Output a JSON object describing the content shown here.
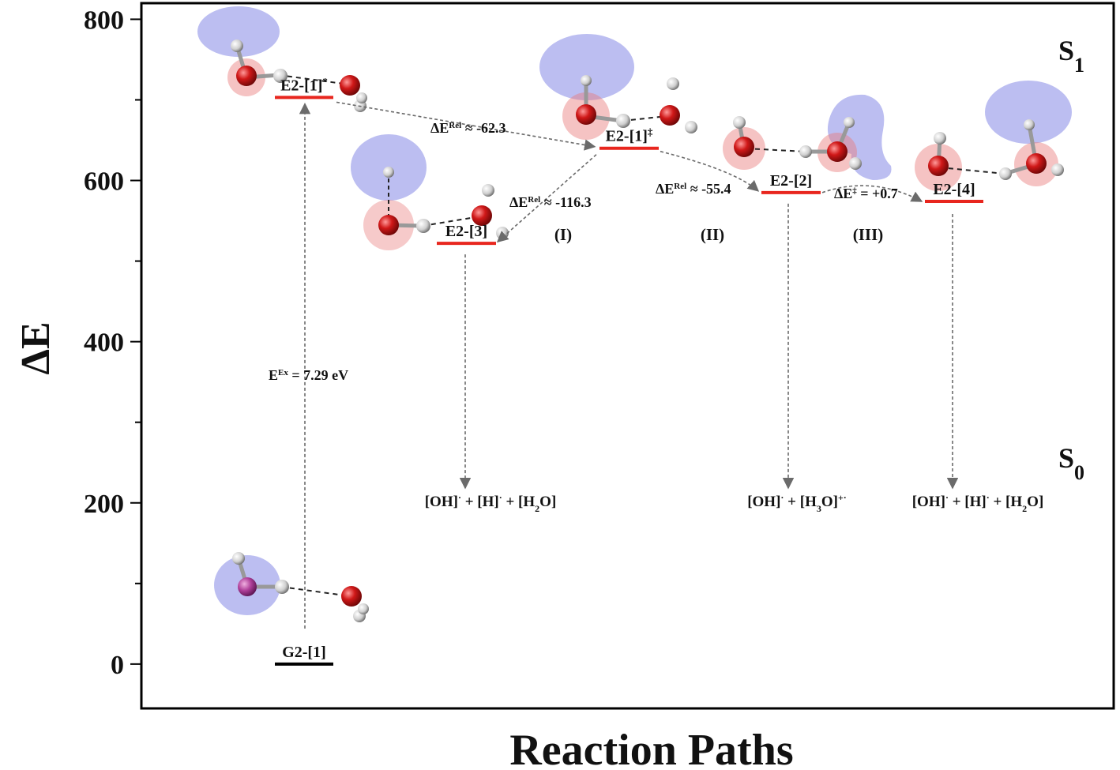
{
  "chart_data": {
    "type": "energy-level diagram",
    "ylabel": "ΔE",
    "xlabel": "Reaction Paths",
    "ylim": [
      -55,
      820
    ],
    "yticks": [
      0,
      200,
      400,
      600,
      800
    ],
    "ytick_labels": [
      "0",
      "200",
      "400",
      "600",
      "800"
    ],
    "minor_ytick_step": 100,
    "states": [
      {
        "id": "G2-1",
        "label": "G2-[1]",
        "sup": "",
        "energy": 0,
        "color": "#000000"
      },
      {
        "id": "E2-1s",
        "label": "E2-[1]",
        "sup": "*",
        "energy": 703,
        "color": "#e8261e"
      },
      {
        "id": "E2-3",
        "label": "E2-[3]",
        "sup": "",
        "energy": 522,
        "color": "#e8261e"
      },
      {
        "id": "E2-1ts",
        "label": "E2-[1]",
        "sup": "‡",
        "energy": 640,
        "color": "#e8261e"
      },
      {
        "id": "E2-2",
        "label": "E2-[2]",
        "sup": "",
        "energy": 585,
        "color": "#e8261e"
      },
      {
        "id": "E2-4",
        "label": "E2-[4]",
        "sup": "",
        "energy": 574,
        "color": "#e8261e"
      }
    ],
    "excitation": {
      "pre": "E",
      "sup": "Ex",
      "post": " = 7.29 eV"
    },
    "transitions": [
      {
        "pre": "ΔE",
        "sup": "Rel",
        "post": " ≈ -62.3"
      },
      {
        "pre": "ΔE",
        "sup": "Rel",
        "post": " ≈ -116.3"
      },
      {
        "pre": "ΔE",
        "sup": "Rel",
        "post": " ≈ -55.4"
      },
      {
        "pre": "ΔE",
        "sup": "‡",
        "post": " = +0.7"
      }
    ],
    "paths": [
      "(I)",
      "(II)",
      "(III)"
    ],
    "products": [
      {
        "parts": [
          [
            "[OH]",
            ""
          ],
          [
            "·",
            "sup"
          ],
          [
            " + [H]",
            ""
          ],
          [
            "·",
            "sup"
          ],
          [
            " + [H",
            ""
          ],
          [
            "2",
            "sub"
          ],
          [
            "O]",
            ""
          ]
        ]
      },
      {
        "parts": [
          [
            "[OH]",
            ""
          ],
          [
            "·",
            "sup"
          ],
          [
            " + [H",
            ""
          ],
          [
            "3",
            "sub"
          ],
          [
            "O]",
            ""
          ],
          [
            "+·",
            "sup"
          ]
        ]
      },
      {
        "parts": [
          [
            "[OH]",
            ""
          ],
          [
            "·",
            "sup"
          ],
          [
            " + [H]",
            ""
          ],
          [
            "·",
            "sup"
          ],
          [
            " + [H",
            ""
          ],
          [
            "2",
            "sub"
          ],
          [
            "O]",
            ""
          ]
        ]
      }
    ],
    "electronic_states": [
      {
        "base": "S",
        "sub": "1"
      },
      {
        "base": "S",
        "sub": "0"
      }
    ],
    "colors": {
      "level_excited": "#e8261e",
      "level_ground": "#000000",
      "arrow": "#6b6b6b",
      "orbital": "#8f93e8",
      "oxygen": "#d01818",
      "hydrogen": "#e6e6e6"
    }
  }
}
